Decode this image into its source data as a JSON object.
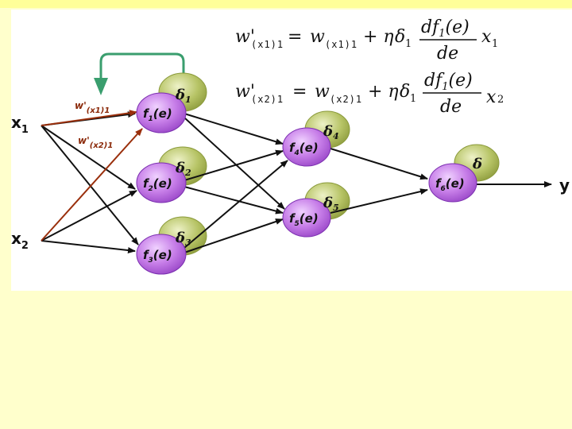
{
  "inputs": {
    "x1_base": "x",
    "x1_sub": "1",
    "x2_base": "x",
    "x2_sub": "2"
  },
  "output_label": "y",
  "neurons": [
    {
      "f_sub": "1",
      "delta_sub": "1"
    },
    {
      "f_sub": "2",
      "delta_sub": "2"
    },
    {
      "f_sub": "3",
      "delta_sub": "3"
    },
    {
      "f_sub": "4",
      "delta_sub": "4"
    },
    {
      "f_sub": "5",
      "delta_sub": "5"
    },
    {
      "f_sub": "6",
      "delta_sub": ""
    }
  ],
  "node_text": {
    "f": "f",
    "arg": "(e)",
    "delta": "δ"
  },
  "weight_labels": [
    {
      "main": "w'",
      "sub": "(x1)1"
    },
    {
      "main": "w'",
      "sub": "(x2)1"
    }
  ],
  "equations": [
    {
      "lhs": "w'",
      "lhs_sub": "(x1)1",
      "eq": "=",
      "w": "w",
      "w_sub": "(x1)1",
      "plus_eta": "+ η",
      "delta": "δ",
      "delta_sub": "1",
      "num": "df",
      "num_sub": "1",
      "num_tail": "(e)",
      "den": "de",
      "x": "x",
      "x_sub": "1"
    },
    {
      "lhs": "w'",
      "lhs_sub": "(x2)1",
      "eq": "=",
      "w": "w",
      "w_sub": "(x2)1",
      "plus_eta": "+ η",
      "delta": "δ",
      "delta_sub": "1",
      "num": "df",
      "num_sub": "1",
      "num_tail": "(e)",
      "den": "de",
      "x": "x",
      "x_sub": "2"
    }
  ],
  "colors": {
    "slide_background": "#ffffcc",
    "neuron_fill": "#c77ee8",
    "delta_fill": "#b7c466",
    "feedback_arrow": "#3a9e6e",
    "weight_update_arrow": "#9a2f0c"
  }
}
